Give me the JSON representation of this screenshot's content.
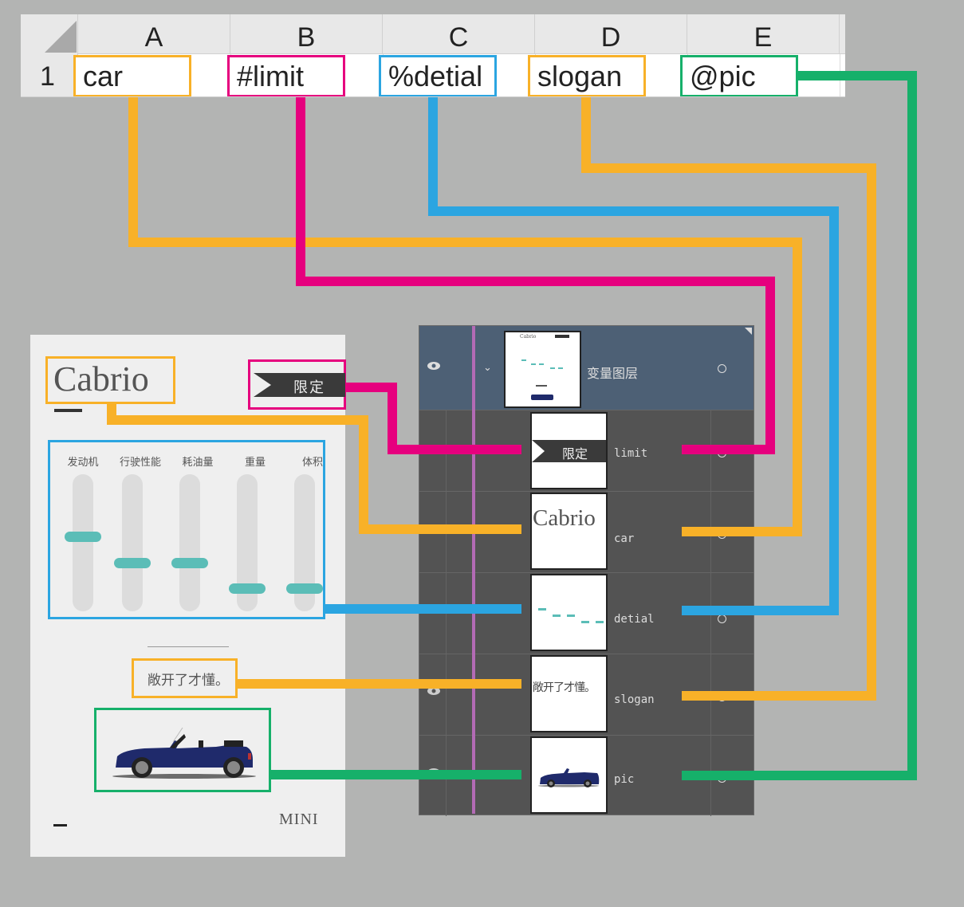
{
  "colors": {
    "car": "#f8b128",
    "limit": "#e6007e",
    "detial": "#2ba5e1",
    "slogan": "#f8b128",
    "pic": "#16b06a",
    "slider_thumb": "#5bbdb7",
    "panel_bg": "#535353",
    "group_row_bg": "#4d6075"
  },
  "spreadsheet": {
    "columns": [
      "A",
      "B",
      "C",
      "D",
      "E"
    ],
    "row_number": "1",
    "cells": [
      {
        "column": "A",
        "value": "car",
        "variable_type": "text",
        "color": "#f8b128"
      },
      {
        "column": "B",
        "value": "#limit",
        "variable_type": "visibility",
        "color": "#e6007e"
      },
      {
        "column": "C",
        "value": "%detial",
        "variable_type": "visibility",
        "color": "#2ba5e1"
      },
      {
        "column": "D",
        "value": "slogan",
        "variable_type": "text",
        "color": "#f8b128"
      },
      {
        "column": "E",
        "value": "@pic",
        "variable_type": "image",
        "color": "#16b06a"
      }
    ]
  },
  "poster": {
    "title": "Cabrio",
    "limit_tag": "限定",
    "sliders": [
      {
        "label": "发动机",
        "level": 0.45
      },
      {
        "label": "行驶性能",
        "level": 0.66
      },
      {
        "label": "耗油量",
        "level": 0.66
      },
      {
        "label": "重量",
        "level": 0.86
      },
      {
        "label": "体积",
        "level": 0.86
      }
    ],
    "slogan": "敞开了才懂。",
    "picture": "blue-convertible-car",
    "brand": "MINI"
  },
  "layers_panel": {
    "group": {
      "name": "变量图层",
      "expanded": true
    },
    "layers": [
      {
        "name": "limit",
        "thumb_text": "限定"
      },
      {
        "name": "car",
        "thumb_text": "Cabrio"
      },
      {
        "name": "detial",
        "thumb_text": ""
      },
      {
        "name": "slogan",
        "thumb_text": "敞开了才懂。"
      },
      {
        "name": "pic",
        "thumb_text": ""
      }
    ]
  },
  "connections": [
    {
      "from": "A1:car",
      "to_poster": "title",
      "to_layer": "car",
      "color": "#f8b128"
    },
    {
      "from": "B1:#limit",
      "to_poster": "limit_tag",
      "to_layer": "limit",
      "color": "#e6007e"
    },
    {
      "from": "C1:%detial",
      "to_poster": "sliders",
      "to_layer": "detial",
      "color": "#2ba5e1"
    },
    {
      "from": "D1:slogan",
      "to_poster": "slogan",
      "to_layer": "slogan",
      "color": "#f8b128"
    },
    {
      "from": "E1:@pic",
      "to_poster": "picture",
      "to_layer": "pic",
      "color": "#16b06a"
    }
  ]
}
